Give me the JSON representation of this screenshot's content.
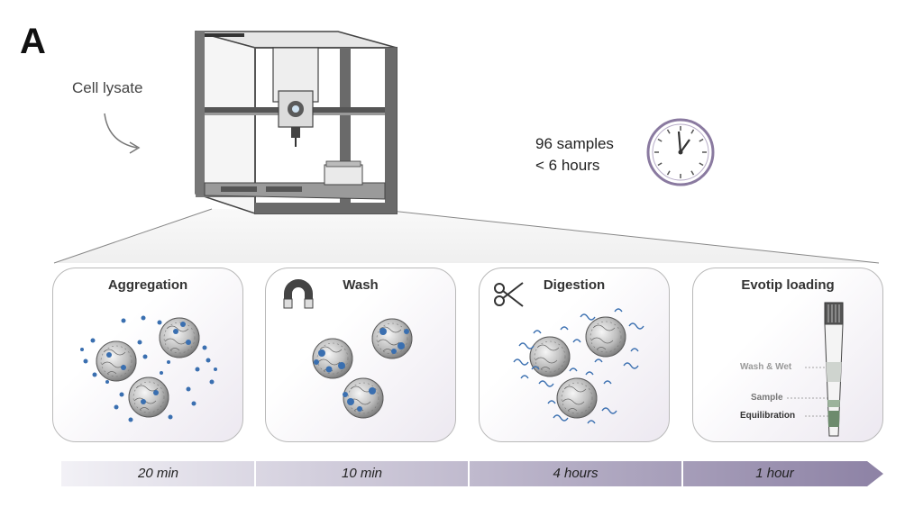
{
  "panel_letter": "A",
  "input_label": "Cell lysate",
  "throughput": {
    "line1": "96 samples",
    "line2": "< 6 hours"
  },
  "steps": [
    {
      "title": "Aggregation",
      "duration": "20 min"
    },
    {
      "title": "Wash",
      "duration": "10 min"
    },
    {
      "title": "Digestion",
      "duration": "4 hours"
    },
    {
      "title": "Evotip loading",
      "duration": "1 hour"
    }
  ],
  "evotip_labels": {
    "wash_wet": "Wash & Wet",
    "sample": "Sample",
    "equilibration": "Equilibration"
  },
  "icons": [
    "robot-liquid-handler-icon",
    "clock-icon",
    "curved-arrow-icon",
    "magnet-icon",
    "scissors-icon",
    "bead-icon",
    "evotip-icon"
  ],
  "colors": {
    "protein_dot": "#3a6fb0",
    "clock": "#8a7aa0",
    "timeline_start": "#e8e6ef",
    "timeline_end": "#8d82a5"
  }
}
